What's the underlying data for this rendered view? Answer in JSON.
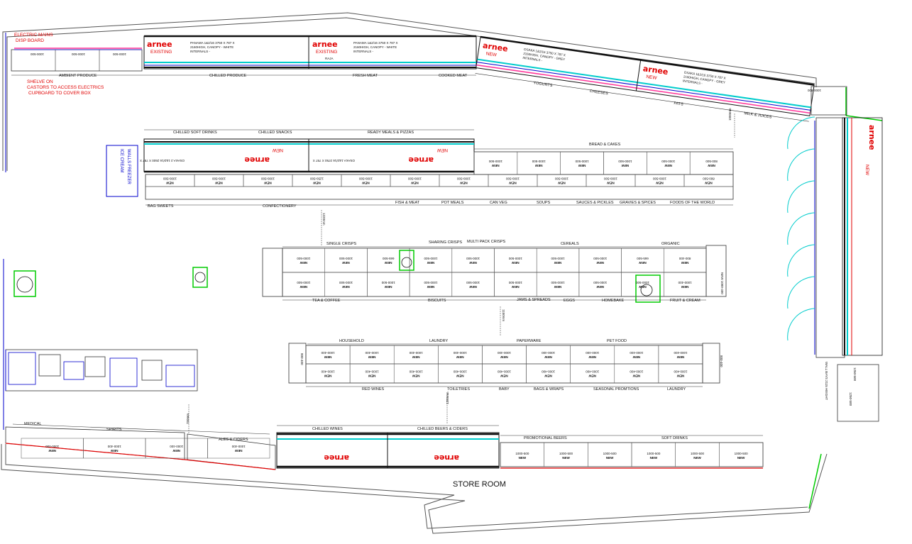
{
  "notes": {
    "electric": [
      "ELECTRIC MAINS",
      "DISP BOARD"
    ],
    "shelve": [
      "SHELVE ON",
      "CASTORS TO ACCESS ELECTRICS",
      "CUPBOARD TO COVER BOX"
    ],
    "store_room": "STORE ROOM",
    "walls_freezer": "WALLS FREEZER",
    "ice_cream": "ICE CREAM",
    "wall_bays": "WALL BAYS 2115 HEIGHT"
  },
  "brand": {
    "name": "arnee",
    "existing": "EXISTING",
    "new": "NEW",
    "raja": "RAJA",
    "spec_panama": [
      "PANAMA 1&2/16 3750 X 787 X",
      "2160HIGH, CANOPY - WHITE",
      "INTERNALS -"
    ],
    "spec_osaka_grey": [
      "OSAKA 1&2/16 3750 X 787 X",
      "2160HIGH, CANOPY - GREY",
      "INTERNALS -"
    ],
    "spec_osaka_2500": [
      "OSAKA 2 1&2/16 2500 X 787 X",
      "2160HIGH, CANOPY - GREY",
      "INTERNALS -"
    ]
  },
  "top_row": {
    "ambient_dims": [
      "1000-500",
      "1000-500",
      "1000-500"
    ],
    "sections": [
      "AMBIENT PRODUCE",
      "CHILLED PRODUCE",
      "FRESH MEAT",
      "COOKED MEAT"
    ],
    "diag_sections": [
      "YOGURTS",
      "CHEESES",
      "FATS",
      "MILK & JUICES"
    ],
    "corner_dim": "1000-800"
  },
  "row2": {
    "chilled_sections": [
      "CHILLED SOFT DRINKS",
      "CHILLED SNACKS",
      "READY MEALS & PIZZAS"
    ],
    "bread": "BREAD & CAKES",
    "bread_dims": [
      "800-500",
      "1000-500",
      "1000-500",
      "1000-500",
      "1000-500",
      "1000-500"
    ],
    "front_dims": [
      "1000-500",
      "1000-500",
      "1000-500",
      "1250-500",
      "1000-500",
      "1000-500",
      "1000-500",
      "1000-500",
      "1000-500",
      "1000-500",
      "1000-500",
      "800-500"
    ],
    "new": "NEW",
    "bottom_sections": [
      "BAG SWEETS",
      "CONFECTIONERY",
      "FISH & MEAT",
      "POT MEALS",
      "CAN VEG",
      "SOUPS",
      "SAUCES & PICKLES",
      "GRAVIES & SPICES",
      "FOODS OF THE WORLD"
    ],
    "gap1": "1220mm",
    "gap_right": "1050mm"
  },
  "row3": {
    "top_sections": [
      "SINGLE CRISPS",
      "SHARING CRISPS",
      "MULTI PACK CRISPS",
      "CEREALS",
      "ORGANIC"
    ],
    "top_dims": [
      "1000-500",
      "1000-500",
      "665-500",
      "1000-500",
      "1000-500",
      "1000-500",
      "1000-500",
      "1000-500",
      "665-500",
      "800-400"
    ],
    "bottom_dims": [
      "1000-500",
      "1000-500",
      "1000-500",
      "1000-500",
      "1000-500",
      "1000-500",
      "1000-500",
      "1000-500",
      "1000-500",
      "1000-400"
    ],
    "end_label": "NEW 1000-400",
    "bottom_sections": [
      "TEA & COFFEE",
      "BISCUITS",
      "JAMS & SPREADS",
      "EGGS",
      "HOMEBAKE",
      "FRUIT & CREAM"
    ],
    "gap": "1150mm"
  },
  "row4": {
    "top_sections": [
      "HOUSEHOLD",
      "LAUNDRY",
      "PAPERWARE",
      "PET FOOD"
    ],
    "top_dims": [
      "1000-400",
      "1000-400",
      "1000-400",
      "1000-400",
      "1000-400",
      "1000-400",
      "1000-400",
      "1000-400",
      "1000-400"
    ],
    "bottom_dims": [
      "1000-400",
      "1000-400",
      "1000-400",
      "1000-400",
      "1000-400",
      "1000-400",
      "1000-400",
      "1000-400",
      "1000-400"
    ],
    "end_left": "800-400",
    "end_right": "800-400",
    "bottom_sections": [
      "RED WINES",
      "TOILETRIES",
      "BABY",
      "BAGS & WRAPS",
      "SEASONAL PROMTIONS",
      "LAUNDRY"
    ],
    "gap": "1200mm"
  },
  "bottom_row": {
    "left_sections": [
      "MEDICAL",
      "SPIRITS",
      "ALES & CIDERS"
    ],
    "left_dims": [
      "1000-400",
      "1000-400",
      "1000-400",
      "1000-400"
    ],
    "chilled_sections": [
      "CHILLED WINES",
      "CHILLED BEERS & CIDERS"
    ],
    "right_sections": [
      "PROMOTIONAL BEERS",
      "SOFT DRINKS"
    ],
    "right_dims": [
      "1000-500",
      "1000-500",
      "1000-500",
      "1000-500",
      "1000-500",
      "1000-500"
    ],
    "gap": "750mm"
  },
  "right_wall": {
    "bottom_dims": [
      "1250-500",
      "1250-500"
    ]
  },
  "colors": {
    "red": "#e00000",
    "blue": "#0000cc",
    "cyan": "#00cccc",
    "green": "#00cc00",
    "pink": "#ff3399",
    "purple": "#6600cc"
  }
}
